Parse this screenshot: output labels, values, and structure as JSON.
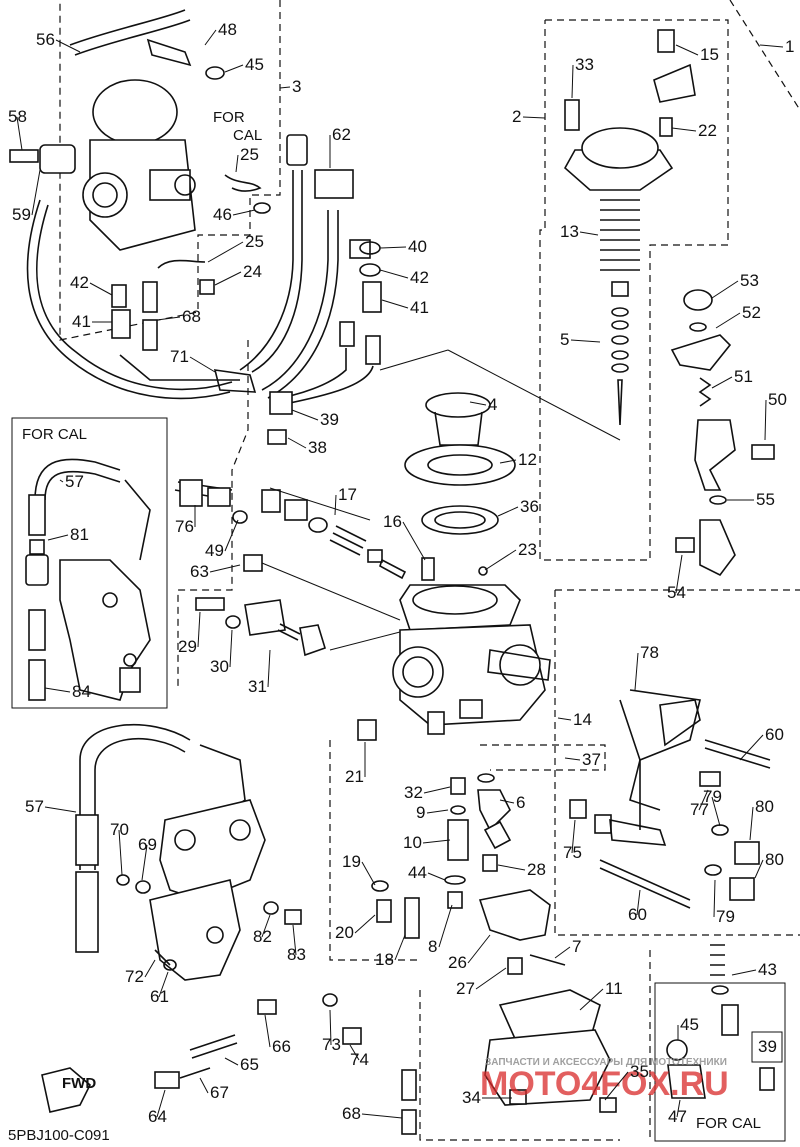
{
  "diagram": {
    "code": "5PBJ100-C091",
    "fwd_label": "FWD",
    "for_cal_label_left": "FOR CAL",
    "for_cal_label_top_line1": "FOR",
    "for_cal_label_top_line2": "CAL",
    "for_cal_label_bottom": "FOR CAL",
    "watermark_text": "ЗАПЧАСТИ И АКСЕССУАРЫ ДЛЯ МОТОТЕХНИКИ",
    "watermark_logo": "MOTO4FOX.RU",
    "colors": {
      "line": "#111111",
      "background": "#ffffff",
      "watermark": "#d92a2a"
    }
  },
  "callouts": [
    {
      "id": "c1",
      "n": "1"
    },
    {
      "id": "c2",
      "n": "2"
    },
    {
      "id": "c3",
      "n": "3"
    },
    {
      "id": "c4",
      "n": "4"
    },
    {
      "id": "c5",
      "n": "5"
    },
    {
      "id": "c6",
      "n": "6"
    },
    {
      "id": "c7",
      "n": "7"
    },
    {
      "id": "c8",
      "n": "8"
    },
    {
      "id": "c9",
      "n": "9"
    },
    {
      "id": "c10",
      "n": "10"
    },
    {
      "id": "c11",
      "n": "11"
    },
    {
      "id": "c12",
      "n": "12"
    },
    {
      "id": "c13",
      "n": "13"
    },
    {
      "id": "c14",
      "n": "14"
    },
    {
      "id": "c15",
      "n": "15"
    },
    {
      "id": "c16",
      "n": "16"
    },
    {
      "id": "c17",
      "n": "17"
    },
    {
      "id": "c18",
      "n": "18"
    },
    {
      "id": "c19",
      "n": "19"
    },
    {
      "id": "c20",
      "n": "20"
    },
    {
      "id": "c21",
      "n": "21"
    },
    {
      "id": "c22",
      "n": "22"
    },
    {
      "id": "c23",
      "n": "23"
    },
    {
      "id": "c24",
      "n": "24"
    },
    {
      "id": "c25a",
      "n": "25"
    },
    {
      "id": "c25b",
      "n": "25"
    },
    {
      "id": "c26",
      "n": "26"
    },
    {
      "id": "c27",
      "n": "27"
    },
    {
      "id": "c28",
      "n": "28"
    },
    {
      "id": "c29",
      "n": "29"
    },
    {
      "id": "c30",
      "n": "30"
    },
    {
      "id": "c31",
      "n": "31"
    },
    {
      "id": "c32",
      "n": "32"
    },
    {
      "id": "c33",
      "n": "33"
    },
    {
      "id": "c34",
      "n": "34"
    },
    {
      "id": "c35",
      "n": "35"
    },
    {
      "id": "c36",
      "n": "36"
    },
    {
      "id": "c37",
      "n": "37"
    },
    {
      "id": "c38",
      "n": "38"
    },
    {
      "id": "c39a",
      "n": "39"
    },
    {
      "id": "c39b",
      "n": "39"
    },
    {
      "id": "c40",
      "n": "40"
    },
    {
      "id": "c41a",
      "n": "41"
    },
    {
      "id": "c41b",
      "n": "41"
    },
    {
      "id": "c42a",
      "n": "42"
    },
    {
      "id": "c42b",
      "n": "42"
    },
    {
      "id": "c43",
      "n": "43"
    },
    {
      "id": "c44",
      "n": "44"
    },
    {
      "id": "c45a",
      "n": "45"
    },
    {
      "id": "c45b",
      "n": "45"
    },
    {
      "id": "c46",
      "n": "46"
    },
    {
      "id": "c47",
      "n": "47"
    },
    {
      "id": "c48",
      "n": "48"
    },
    {
      "id": "c49",
      "n": "49"
    },
    {
      "id": "c50",
      "n": "50"
    },
    {
      "id": "c51",
      "n": "51"
    },
    {
      "id": "c52",
      "n": "52"
    },
    {
      "id": "c53",
      "n": "53"
    },
    {
      "id": "c54",
      "n": "54"
    },
    {
      "id": "c55",
      "n": "55"
    },
    {
      "id": "c56",
      "n": "56"
    },
    {
      "id": "c57a",
      "n": "57"
    },
    {
      "id": "c57b",
      "n": "57"
    },
    {
      "id": "c58",
      "n": "58"
    },
    {
      "id": "c59",
      "n": "59"
    },
    {
      "id": "c60a",
      "n": "60"
    },
    {
      "id": "c60b",
      "n": "60"
    },
    {
      "id": "c61",
      "n": "61"
    },
    {
      "id": "c62",
      "n": "62"
    },
    {
      "id": "c63",
      "n": "63"
    },
    {
      "id": "c64",
      "n": "64"
    },
    {
      "id": "c65",
      "n": "65"
    },
    {
      "id": "c66",
      "n": "66"
    },
    {
      "id": "c67",
      "n": "67"
    },
    {
      "id": "c68a",
      "n": "68"
    },
    {
      "id": "c68b",
      "n": "68"
    },
    {
      "id": "c69",
      "n": "69"
    },
    {
      "id": "c70",
      "n": "70"
    },
    {
      "id": "c71",
      "n": "71"
    },
    {
      "id": "c72",
      "n": "72"
    },
    {
      "id": "c73",
      "n": "73"
    },
    {
      "id": "c74",
      "n": "74"
    },
    {
      "id": "c75",
      "n": "75"
    },
    {
      "id": "c76",
      "n": "76"
    },
    {
      "id": "c77",
      "n": "77"
    },
    {
      "id": "c78",
      "n": "78"
    },
    {
      "id": "c79a",
      "n": "79"
    },
    {
      "id": "c79b",
      "n": "79"
    },
    {
      "id": "c80a",
      "n": "80"
    },
    {
      "id": "c80b",
      "n": "80"
    },
    {
      "id": "c81",
      "n": "81"
    },
    {
      "id": "c82",
      "n": "82"
    },
    {
      "id": "c83",
      "n": "83"
    },
    {
      "id": "c84",
      "n": "84"
    }
  ]
}
